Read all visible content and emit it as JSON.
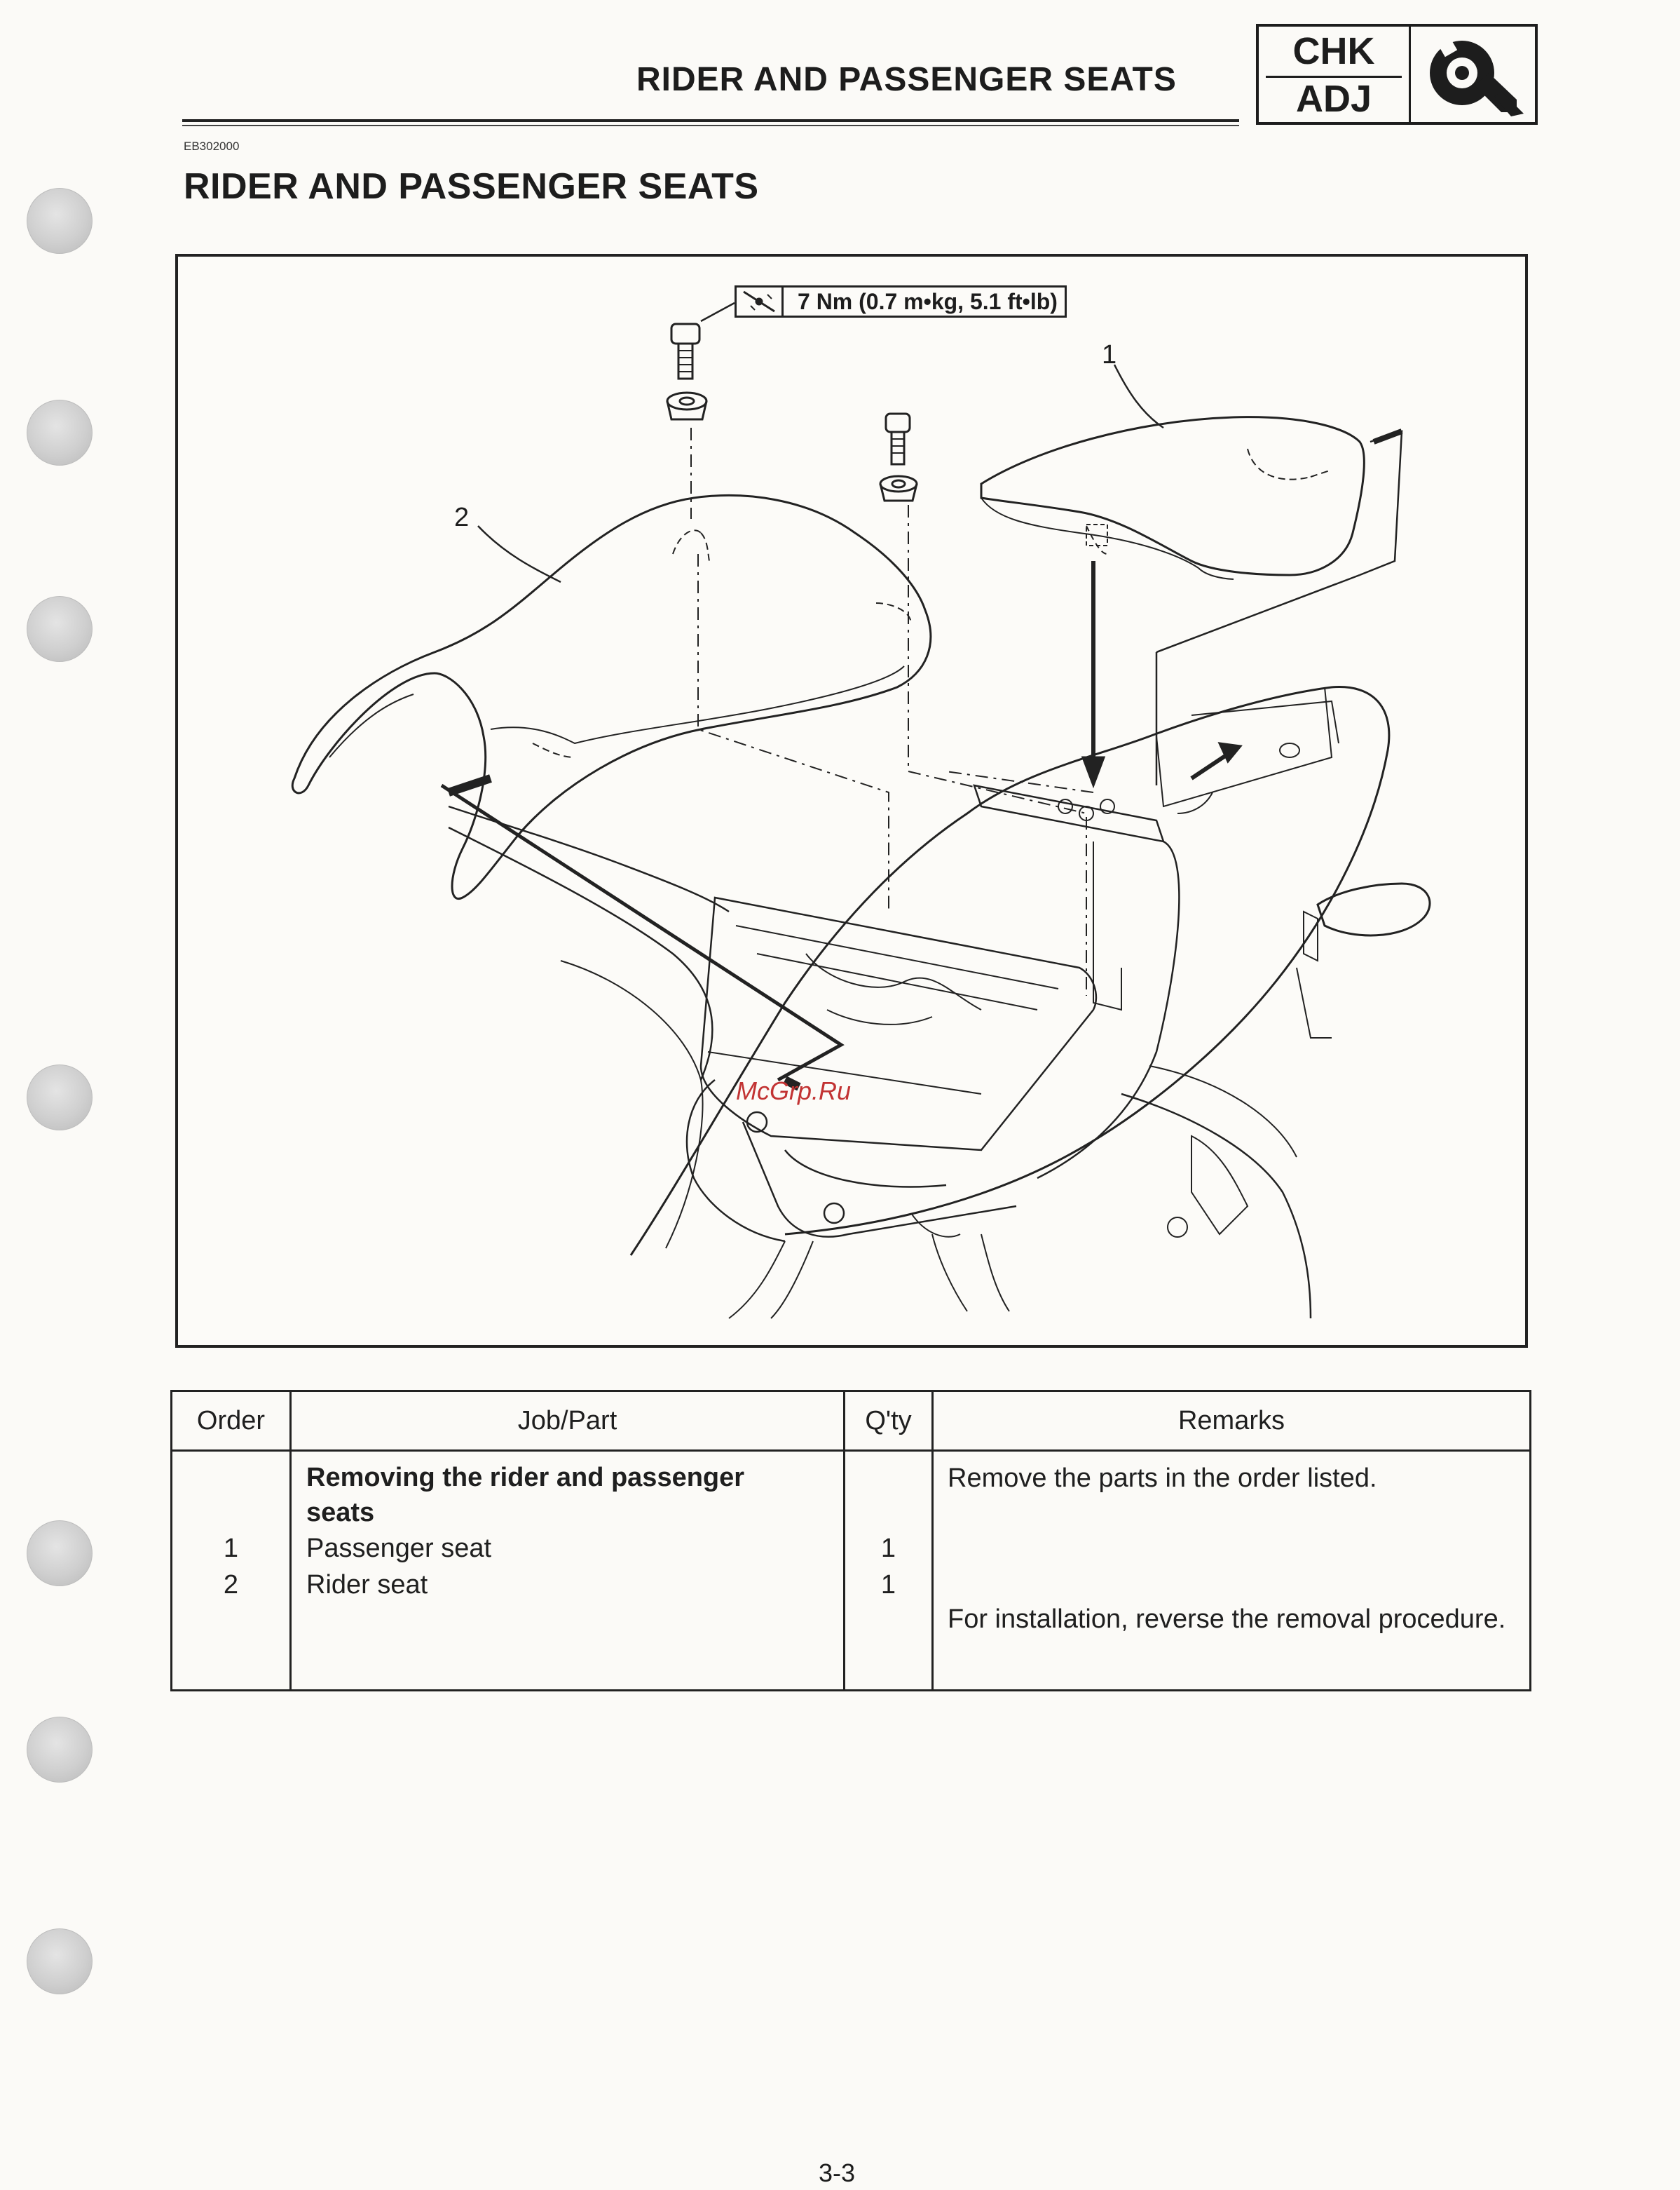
{
  "header": {
    "title": "RIDER AND PASSENGER SEATS",
    "badge_top": "CHK",
    "badge_bottom": "ADJ",
    "badge_icon": "wrench-adjust-icon"
  },
  "section": {
    "code": "EB302000",
    "title": "RIDER AND PASSENGER SEATS"
  },
  "figure": {
    "torque_spec": "7 Nm (0.7 m•kg, 5.1 ft•lb)",
    "torque_icon": "torque-wrench-icon",
    "callout_1": "1",
    "callout_2": "2",
    "watermark": "McGrp.Ru"
  },
  "table": {
    "headers": {
      "order": "Order",
      "job_part": "Job/Part",
      "qty": "Q'ty",
      "remarks": "Remarks"
    },
    "job_heading_line1": "Removing the rider and passenger",
    "job_heading_line2": "seats",
    "rows": [
      {
        "order": "1",
        "part": "Passenger seat",
        "qty": "1"
      },
      {
        "order": "2",
        "part": "Rider seat",
        "qty": "1"
      }
    ],
    "remarks_1": "Remove the parts in the order listed.",
    "remarks_2": "For installation, reverse the removal procedure."
  },
  "page_number": "3-3"
}
